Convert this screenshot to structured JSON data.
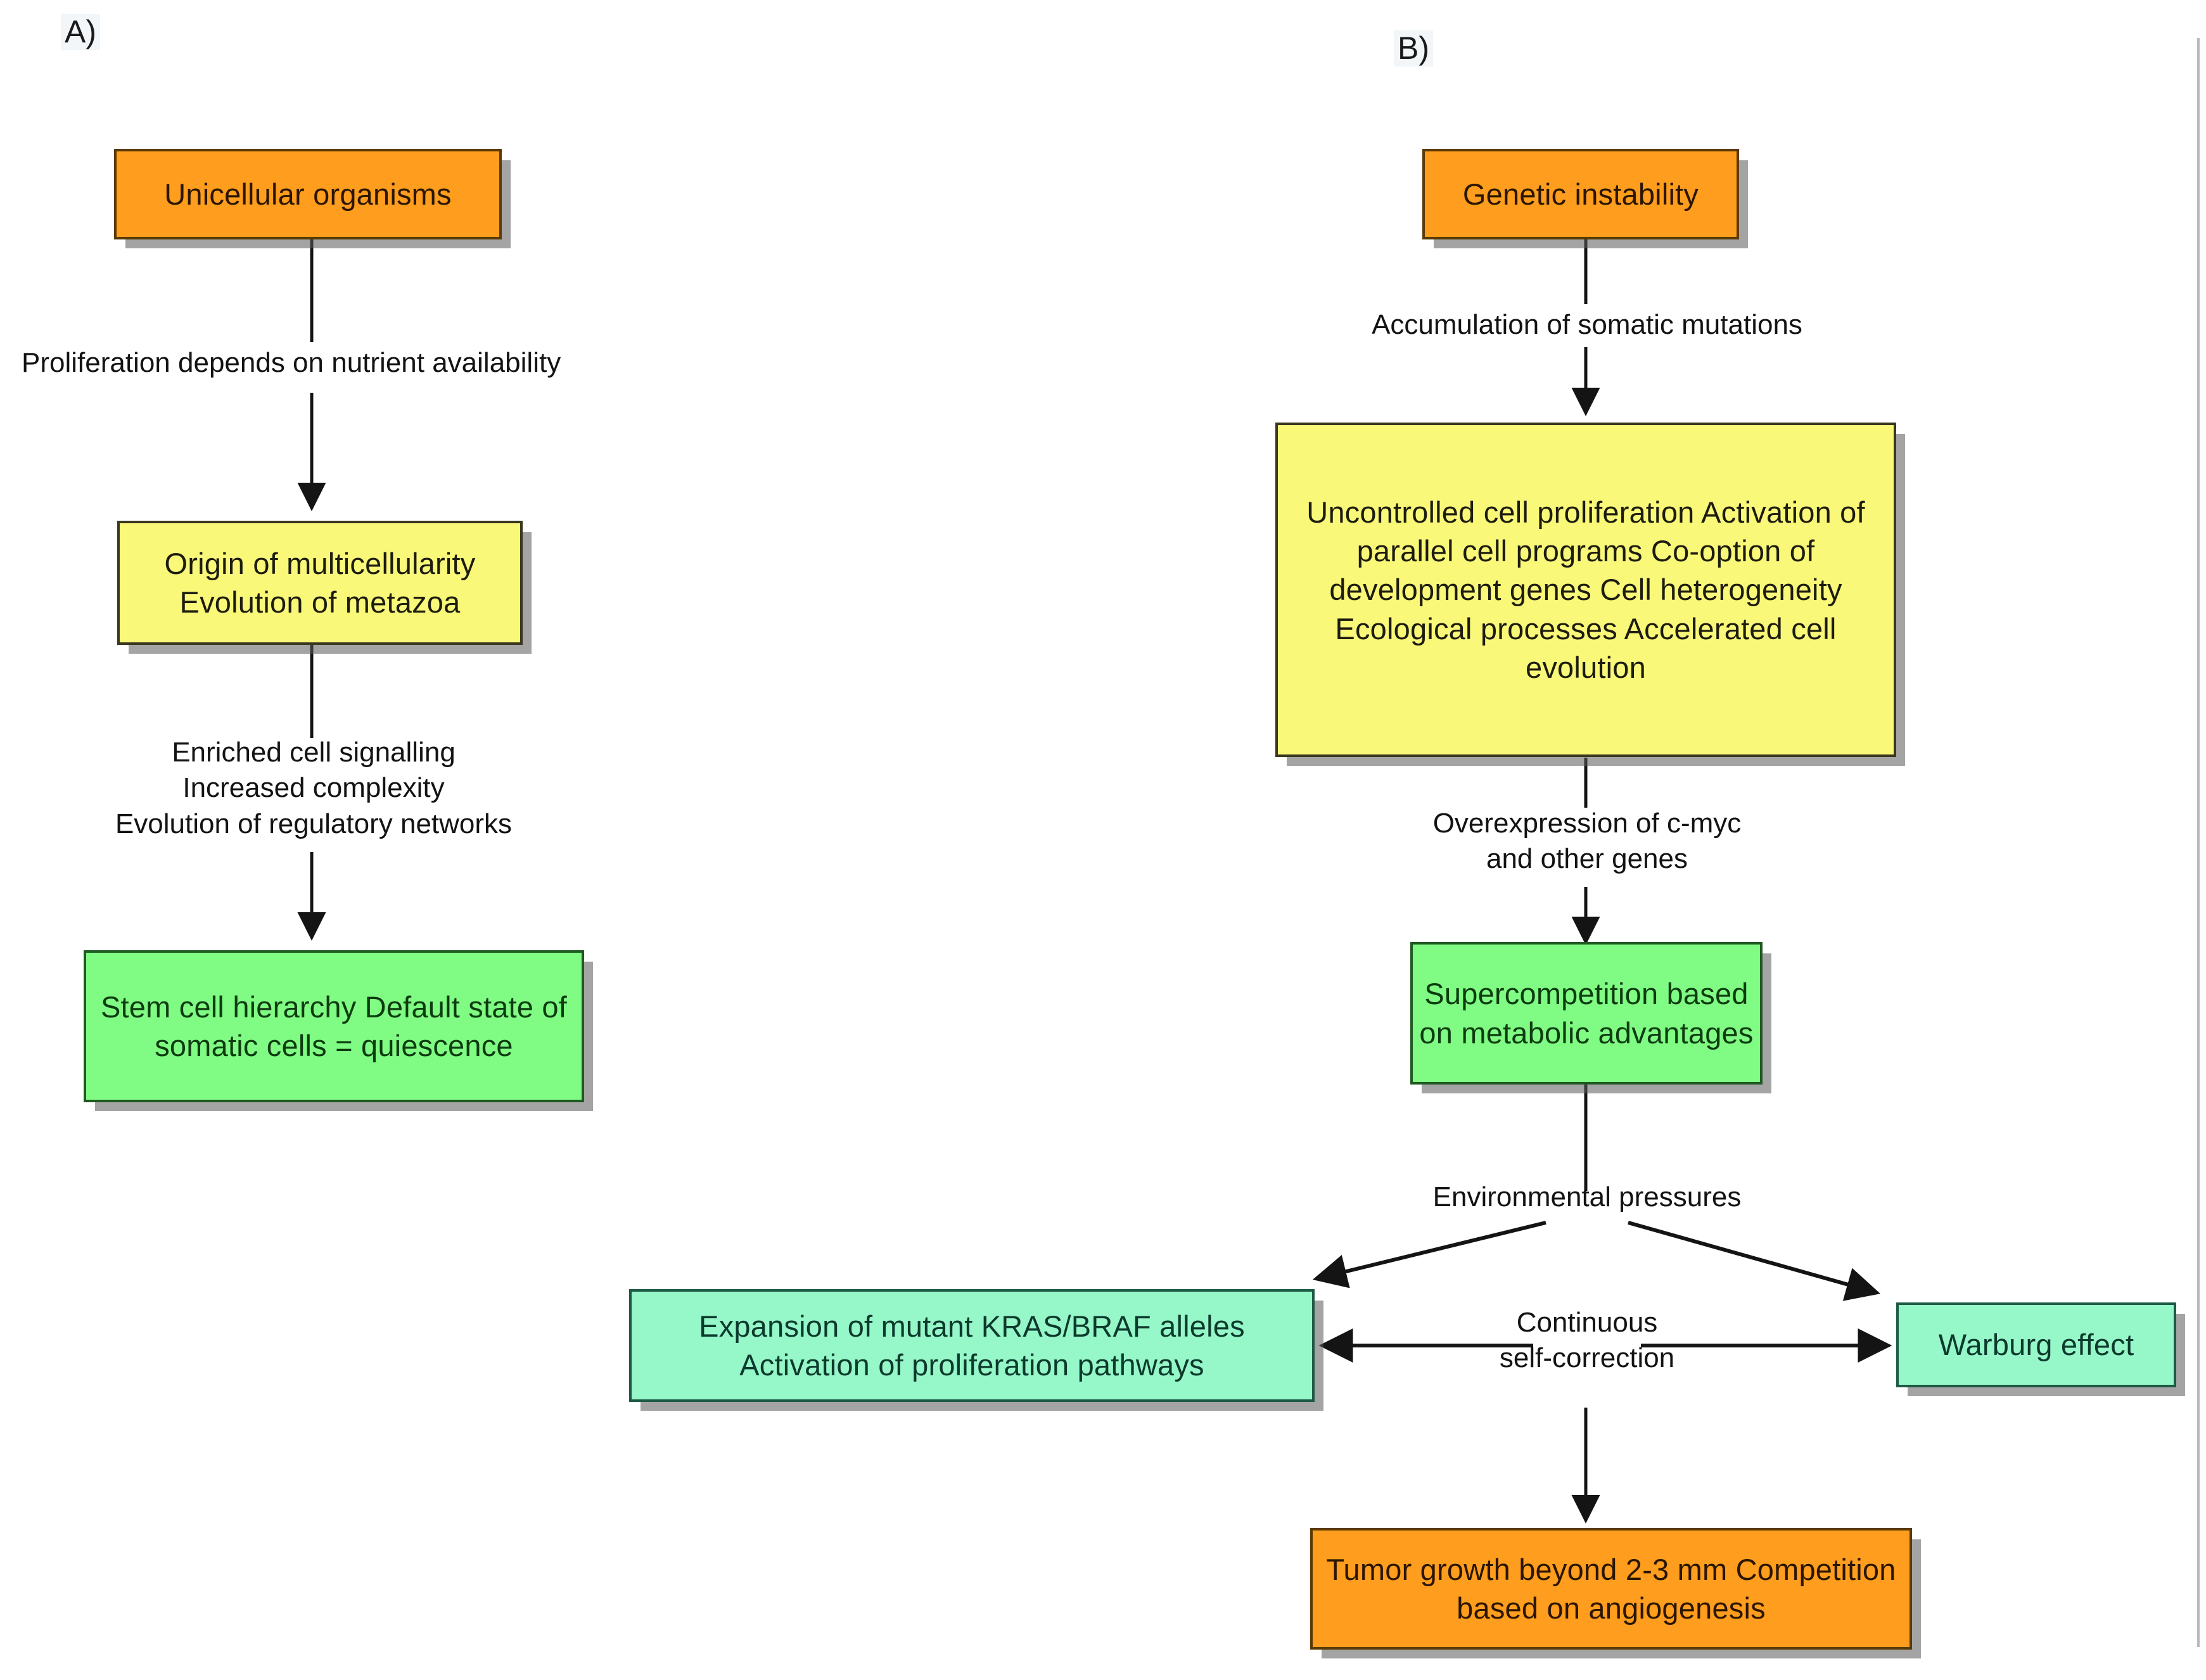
{
  "figure": {
    "panels": [
      {
        "id": "A",
        "label": "A)",
        "nodes": [
          {
            "id": "unicellular",
            "text": "Unicellular organisms",
            "color": "orange"
          },
          {
            "id": "multicellularity",
            "text": "Origin of multicellularity\nEvolution of metazoa",
            "color": "yellow"
          },
          {
            "id": "stem-cell",
            "text": "Stem cell hierarchy\nDefault state of somatic cells\n= quiescence",
            "color": "green"
          }
        ],
        "edge_labels": [
          {
            "id": "nutrient",
            "text": "Proliferation depends on nutrient availability"
          },
          {
            "id": "signalling",
            "text": "Enriched cell signalling\nIncreased complexity\nEvolution of regulatory networks"
          }
        ]
      },
      {
        "id": "B",
        "label": "B)",
        "nodes": [
          {
            "id": "genetic-instability",
            "text": "Genetic instability",
            "color": "orange"
          },
          {
            "id": "hallmarks",
            "text": "Uncontrolled cell proliferation\nActivation of parallel cell programs\nCo-option of development genes\nCell heterogeneity\nEcological processes\nAccelerated cell evolution",
            "color": "yellow"
          },
          {
            "id": "supercompetition",
            "text": "Supercompetition\nbased on\nmetabolic advantages",
            "color": "green"
          },
          {
            "id": "kras-braf",
            "text": "Expansion of mutant KRAS/BRAF alleles\nActivation of proliferation pathways",
            "color": "mint"
          },
          {
            "id": "warburg",
            "text": "Warburg effect",
            "color": "mint"
          },
          {
            "id": "tumor-growth",
            "text": "Tumor growth beyond 2-3 mm\nCompetition based on angiogenesis",
            "color": "orange"
          }
        ],
        "edge_labels": [
          {
            "id": "somatic-mutations",
            "text": "Accumulation of somatic mutations"
          },
          {
            "id": "cmyc",
            "text": "Overexpression of c-myc\nand other genes"
          },
          {
            "id": "env-pressures",
            "text": "Environmental pressures"
          },
          {
            "id": "self-correction",
            "text": "Continuous\nself-correction"
          }
        ]
      }
    ],
    "colors": {
      "orange": "#FF9D1E",
      "yellow": "#FAF879",
      "green": "#80FB83",
      "mint": "#96F7C9",
      "arrow": "#1a1a1a",
      "background": "#ffffff"
    }
  }
}
